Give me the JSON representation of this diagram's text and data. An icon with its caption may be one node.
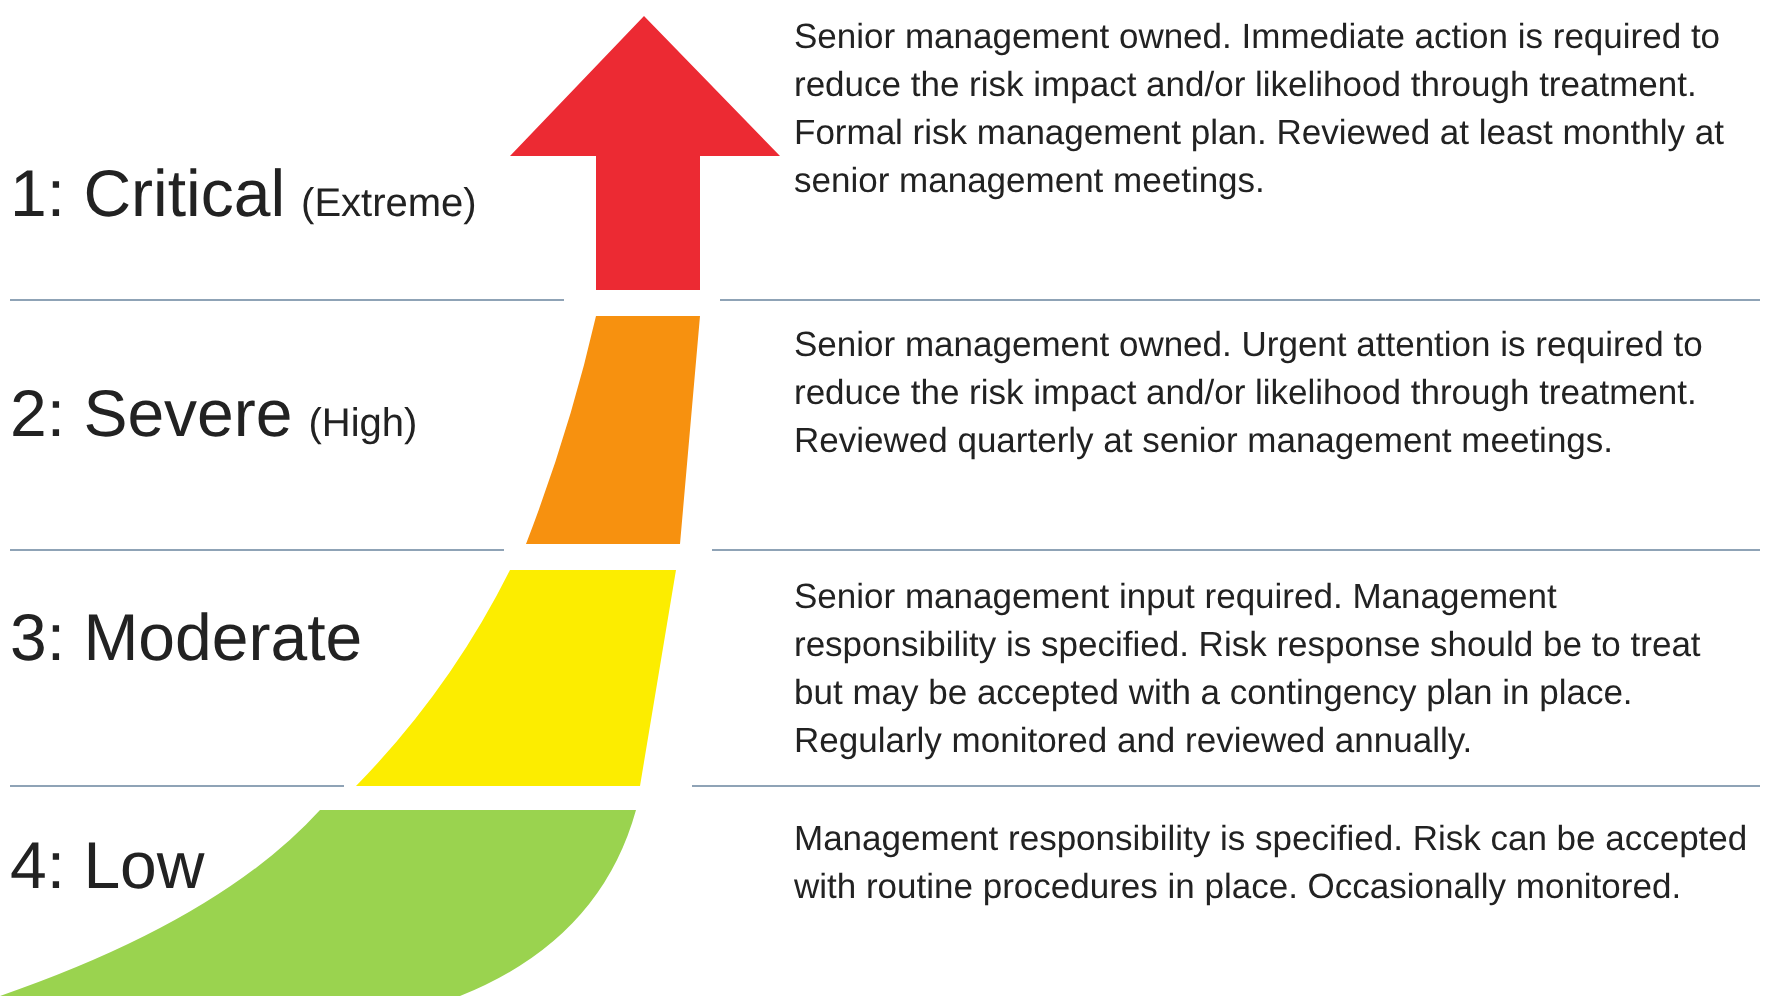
{
  "diagram": {
    "labels": [
      "1: Critical",
      "(Extreme)",
      "Senior management owned. Immediate action is required to reduce the risk impact and/or likelihood through treatment. Formal risk management plan. Reviewed at least monthly at senior management meetings.",
      "2: Severe",
      "(High)",
      "Senior management owned. Urgent attention is required to reduce the risk impact and/or likelihood through treatment. Reviewed quarterly at senior management meetings.",
      "3: Moderate",
      "Senior management input required. Management responsibility is specified. Risk response should be to treat but may be accepted with a contingency plan in place. Regularly monitored and reviewed annually.",
      "4: Low",
      "Management responsibility is specified. Risk can be accepted with routine procedures in place. Occasionally monitored."
    ]
  }
}
